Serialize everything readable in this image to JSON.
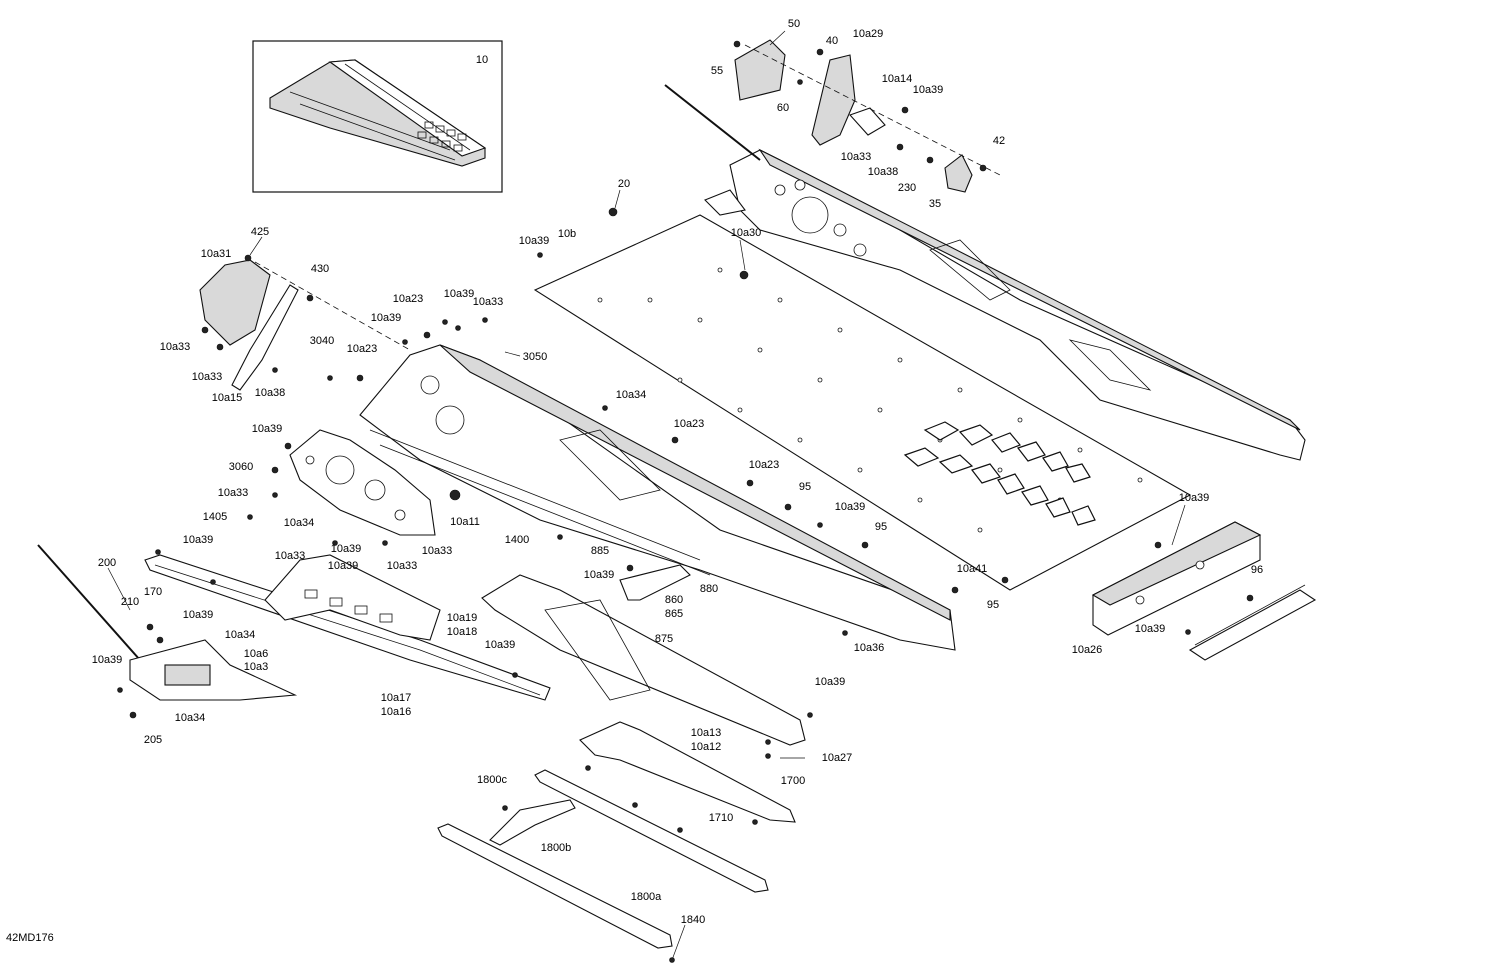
{
  "drawing_id": "42MD176",
  "inset_label": "10",
  "callouts": [
    {
      "id": "c50",
      "text": "50"
    },
    {
      "id": "c55",
      "text": "55"
    },
    {
      "id": "c60",
      "text": "60"
    },
    {
      "id": "c40",
      "text": "40"
    },
    {
      "id": "c10a29",
      "text": "10a29"
    },
    {
      "id": "c10a14",
      "text": "10a14"
    },
    {
      "id": "c10a39-top",
      "text": "10a39"
    },
    {
      "id": "c10a33-top",
      "text": "10a33"
    },
    {
      "id": "c10a38-top",
      "text": "10a38"
    },
    {
      "id": "c42",
      "text": "42"
    },
    {
      "id": "c230",
      "text": "230"
    },
    {
      "id": "c35",
      "text": "35"
    },
    {
      "id": "c20",
      "text": "20"
    },
    {
      "id": "c10a39-b",
      "text": "10a39"
    },
    {
      "id": "c10b",
      "text": "10b"
    },
    {
      "id": "c10a30",
      "text": "10a30"
    },
    {
      "id": "c425",
      "text": "425"
    },
    {
      "id": "c10a31",
      "text": "10a31"
    },
    {
      "id": "c430",
      "text": "430"
    },
    {
      "id": "c10a33-l1",
      "text": "10a33"
    },
    {
      "id": "c10a33-l2",
      "text": "10a33"
    },
    {
      "id": "c10a15",
      "text": "10a15"
    },
    {
      "id": "c10a38-l",
      "text": "10a38"
    },
    {
      "id": "c10a23-a",
      "text": "10a23"
    },
    {
      "id": "c10a39-c",
      "text": "10a39"
    },
    {
      "id": "c10a33-c",
      "text": "10a33"
    },
    {
      "id": "c10a39-d",
      "text": "10a39"
    },
    {
      "id": "c3040",
      "text": "3040"
    },
    {
      "id": "c10a23-b",
      "text": "10a23"
    },
    {
      "id": "c3050",
      "text": "3050"
    },
    {
      "id": "c10a34-a",
      "text": "10a34"
    },
    {
      "id": "c10a23-c",
      "text": "10a23"
    },
    {
      "id": "c10a39-e",
      "text": "10a39"
    },
    {
      "id": "c3060",
      "text": "3060"
    },
    {
      "id": "c10a33-d",
      "text": "10a33"
    },
    {
      "id": "c1405",
      "text": "1405"
    },
    {
      "id": "c10a34-b",
      "text": "10a34"
    },
    {
      "id": "c10a11",
      "text": "10a11"
    },
    {
      "id": "c10a23-d",
      "text": "10a23"
    },
    {
      "id": "c95-a",
      "text": "95"
    },
    {
      "id": "c10a39-f",
      "text": "10a39"
    },
    {
      "id": "c95-b",
      "text": "95"
    },
    {
      "id": "c10a39-g",
      "text": "10a39"
    },
    {
      "id": "c1400",
      "text": "1400"
    },
    {
      "id": "c10a33-e",
      "text": "10a33"
    },
    {
      "id": "c10a39-h",
      "text": "10a39"
    },
    {
      "id": "c10a33-f",
      "text": "10a33"
    },
    {
      "id": "c10a39-i",
      "text": "10a39"
    },
    {
      "id": "c10a33-g",
      "text": "10a33"
    },
    {
      "id": "c885",
      "text": "885"
    },
    {
      "id": "c880",
      "text": "880"
    },
    {
      "id": "c860",
      "text": "860"
    },
    {
      "id": "c865",
      "text": "865"
    },
    {
      "id": "c875",
      "text": "875"
    },
    {
      "id": "c10a41",
      "text": "10a41"
    },
    {
      "id": "c95-c",
      "text": "95"
    },
    {
      "id": "c10a39-j",
      "text": "10a39"
    },
    {
      "id": "c96",
      "text": "96"
    },
    {
      "id": "c10a39-k",
      "text": "10a39"
    },
    {
      "id": "c10a26",
      "text": "10a26"
    },
    {
      "id": "c10a36",
      "text": "10a36"
    },
    {
      "id": "c200",
      "text": "200"
    },
    {
      "id": "c210",
      "text": "210"
    },
    {
      "id": "c170",
      "text": "170"
    },
    {
      "id": "c10a39-l",
      "text": "10a39"
    },
    {
      "id": "c10a34-c",
      "text": "10a34"
    },
    {
      "id": "c10a39-m",
      "text": "10a39"
    },
    {
      "id": "c10a6",
      "text": "10a6"
    },
    {
      "id": "c10a3",
      "text": "10a3"
    },
    {
      "id": "c10a34-d",
      "text": "10a34"
    },
    {
      "id": "c205",
      "text": "205"
    },
    {
      "id": "c10a39-n",
      "text": "10a39"
    },
    {
      "id": "c10a19",
      "text": "10a19"
    },
    {
      "id": "c10a18",
      "text": "10a18"
    },
    {
      "id": "c10a39-o",
      "text": "10a39"
    },
    {
      "id": "c10a17",
      "text": "10a17"
    },
    {
      "id": "c10a16",
      "text": "10a16"
    },
    {
      "id": "c10a39-p",
      "text": "10a39"
    },
    {
      "id": "c10a13",
      "text": "10a13"
    },
    {
      "id": "c10a12",
      "text": "10a12"
    },
    {
      "id": "c10a27",
      "text": "10a27"
    },
    {
      "id": "c1800c",
      "text": "1800c"
    },
    {
      "id": "c1800b",
      "text": "1800b"
    },
    {
      "id": "c1700",
      "text": "1700"
    },
    {
      "id": "c1710",
      "text": "1710"
    },
    {
      "id": "c1800a",
      "text": "1800a"
    },
    {
      "id": "c1840",
      "text": "1840"
    }
  ]
}
